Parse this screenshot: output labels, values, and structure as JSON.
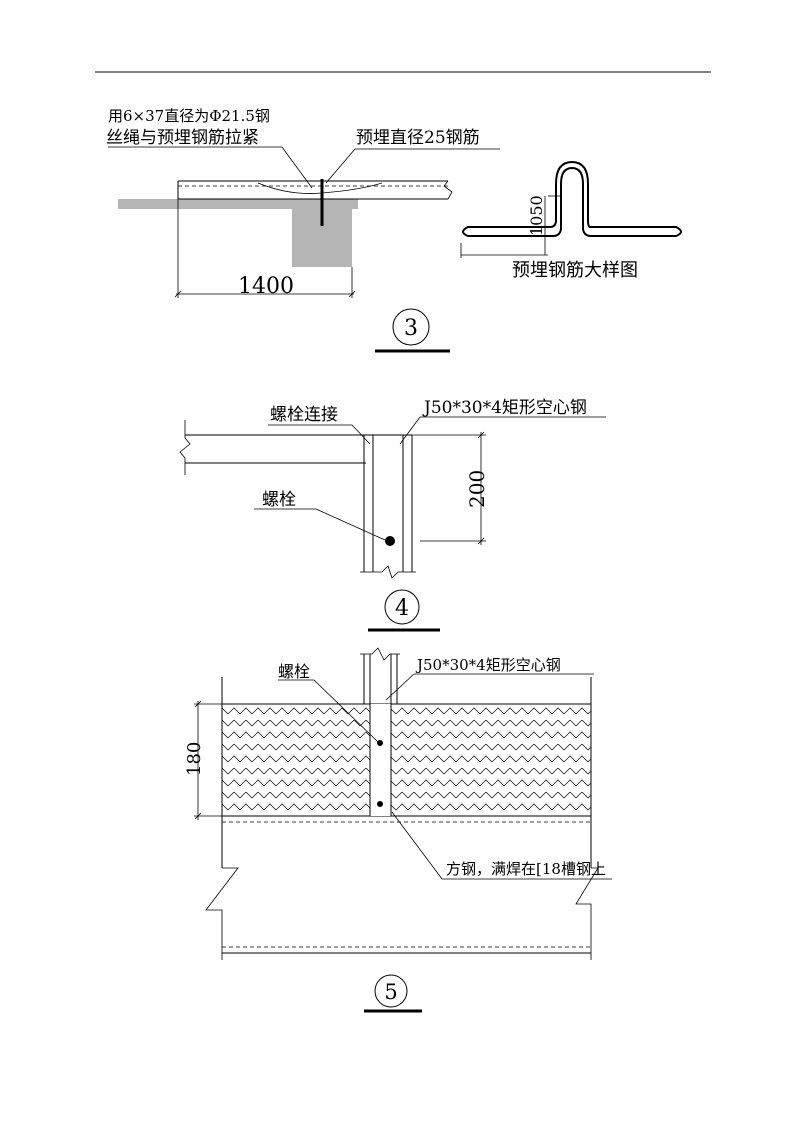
{
  "detail3": {
    "note_line1": "用6×37直径为Φ21.5钢",
    "note_line2": "丝绳与预埋钢筋拉紧",
    "rebar_label": "预埋直径25钢筋",
    "dim_width": "1400",
    "dim_height": "1050",
    "detail_title": "预埋钢筋大样图",
    "number": "3"
  },
  "detail4": {
    "bolt_connection_label": "螺栓连接",
    "section_label": "J50*30*4矩形空心钢",
    "bolt_label": "螺栓",
    "dim_height": "200",
    "number": "4"
  },
  "detail5": {
    "bolt_label": "螺栓",
    "section_label": "J50*30*4矩形空心钢",
    "dim_height": "180",
    "weld_note": "方钢，满焊在[18槽钢上",
    "number": "5"
  }
}
